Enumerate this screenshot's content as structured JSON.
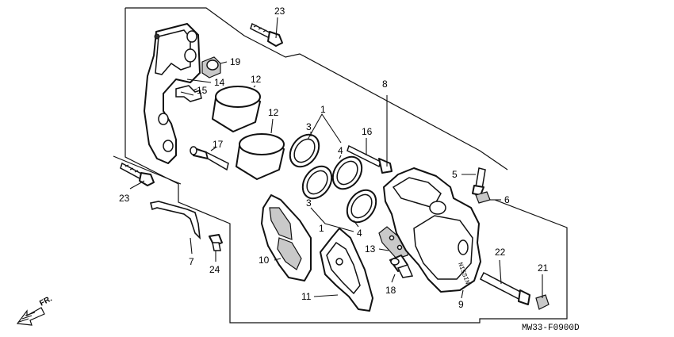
{
  "diagram": {
    "callouts": {
      "p1a": "1",
      "p1b": "1",
      "p3a": "3",
      "p3b": "3",
      "p4a": "4",
      "p4b": "4",
      "p5": "5",
      "p6": "6",
      "p7": "7",
      "p8": "8",
      "p9": "9",
      "p10": "10",
      "p11": "11",
      "p12a": "12",
      "p12b": "12",
      "p13": "13",
      "p14": "14",
      "p15": "15",
      "p16": "16",
      "p17": "17",
      "p18": "18",
      "p19": "19",
      "p21": "21",
      "p22": "22",
      "p23a": "23",
      "p23b": "23",
      "p24": "24"
    },
    "direction_label": "FR.",
    "diagram_code": "MW33-F0900D",
    "colors": {
      "line": "#111111",
      "background": "#ffffff",
      "shade": "#c9c9c9"
    }
  }
}
